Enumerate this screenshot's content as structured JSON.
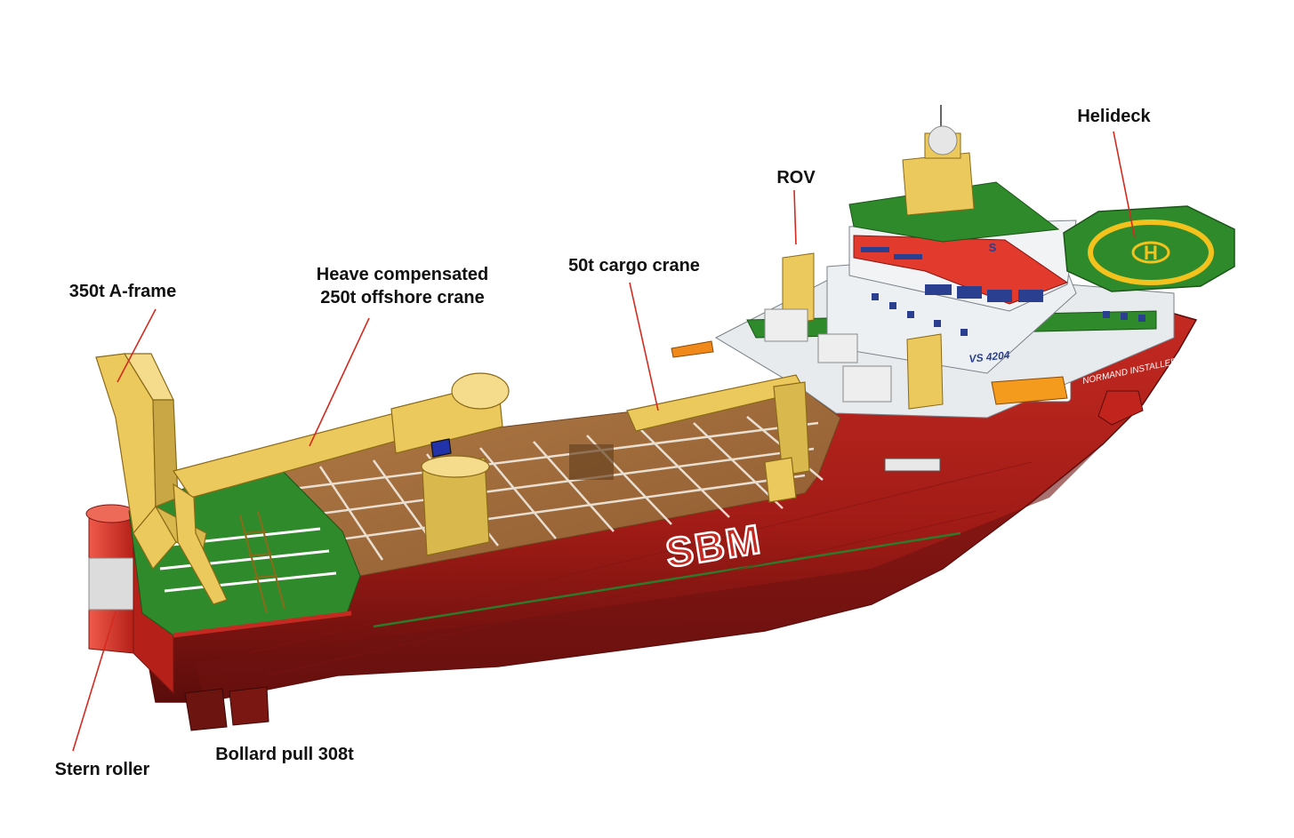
{
  "labels": {
    "a_frame": "350t A-frame",
    "heave_crane_line1": "Heave compensated",
    "heave_crane_line2": "250t offshore crane",
    "cargo_crane": "50t cargo crane",
    "rov": "ROV",
    "helideck": "Helideck",
    "stern_roller": "Stern roller",
    "bollard_pull": "Bollard pull 308t"
  },
  "hull_marking": "SBM",
  "hull_number": "VS 4204",
  "bow_name": "NORMAND INSTALLER",
  "helipad_letter": "H",
  "funnel_mark": "S",
  "colors": {
    "hull_red": "#b3201a",
    "hull_dark": "#5e0f0d",
    "crane_yellow": "#ecc95c",
    "deck_wood": "#a06a3c",
    "deck_green": "#2f8a2c",
    "superstructure": "#e7ebee",
    "leader_line": "#d42a1f"
  }
}
